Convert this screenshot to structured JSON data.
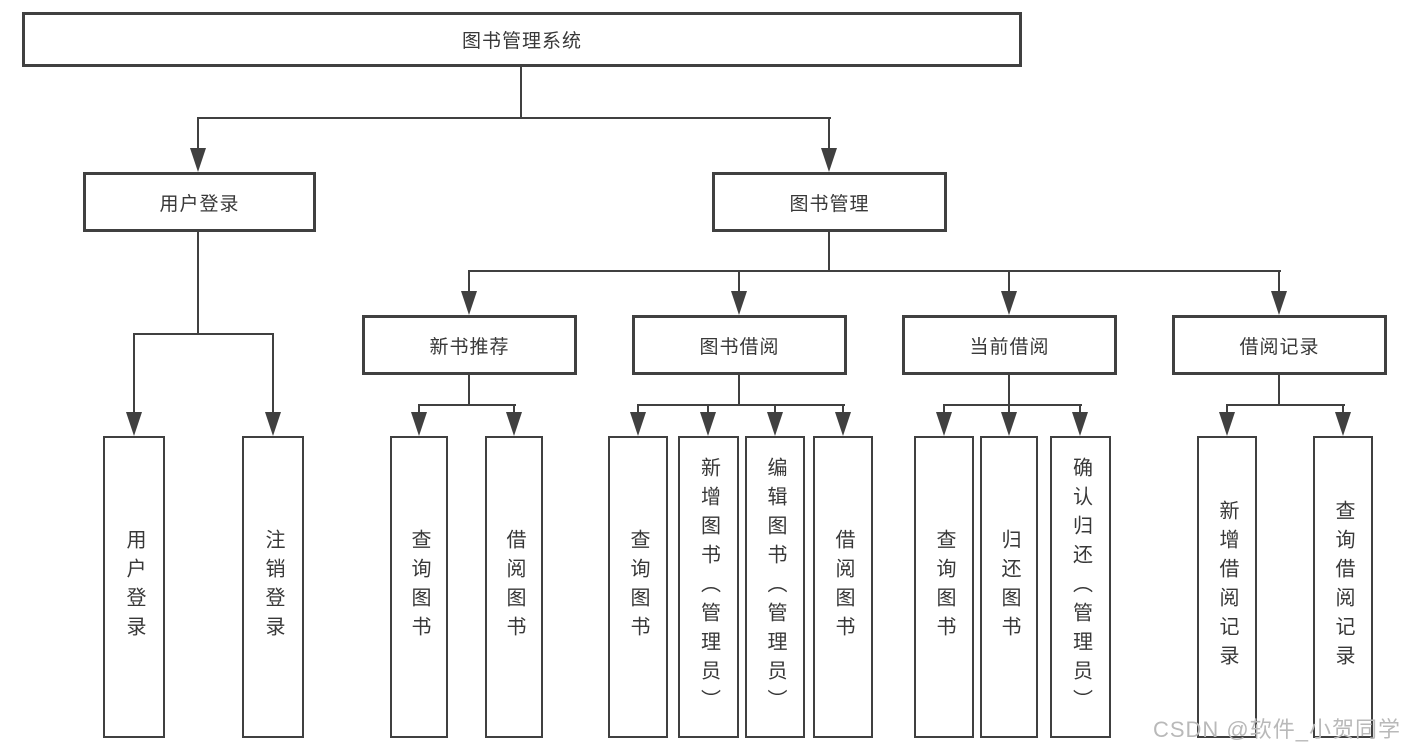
{
  "tree": {
    "root": {
      "label": "图书管理系统"
    },
    "branches": [
      {
        "label": "用户登录",
        "children": [
          {
            "label": "用户登录"
          },
          {
            "label": "注销登录"
          }
        ]
      },
      {
        "label": "图书管理",
        "children": [
          {
            "label": "新书推荐",
            "children": [
              {
                "label": "查询图书"
              },
              {
                "label": "借阅图书"
              }
            ]
          },
          {
            "label": "图书借阅",
            "children": [
              {
                "label": "查询图书"
              },
              {
                "label": "新增图书（管理员）"
              },
              {
                "label": "编辑图书（管理员）"
              },
              {
                "label": "借阅图书"
              }
            ]
          },
          {
            "label": "当前借阅",
            "children": [
              {
                "label": "查询图书"
              },
              {
                "label": "归还图书"
              },
              {
                "label": "确认归还（管理员）"
              }
            ]
          },
          {
            "label": "借阅记录",
            "children": [
              {
                "label": "新增借阅记录"
              },
              {
                "label": "查询借阅记录"
              }
            ]
          }
        ]
      }
    ]
  },
  "watermark": {
    "text": "CSDN @软件_小贺同学"
  },
  "colors": {
    "border": "#404040",
    "text": "#383838",
    "line": "#404040",
    "background": "#ffffff",
    "watermark": "#b9b9b9"
  }
}
